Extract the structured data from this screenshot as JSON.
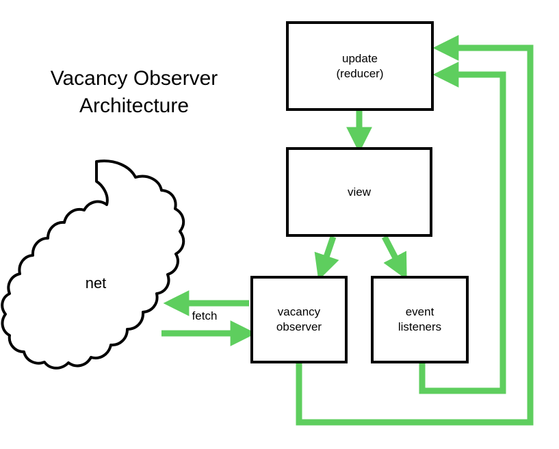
{
  "diagram": {
    "title": "Vacancy Observer\nArchitecture",
    "background_color": "#ffffff",
    "node_border_color": "#000000",
    "node_fill_color": "#ffffff",
    "arrow_color": "#5ECE5E",
    "nodes": {
      "update": {
        "label": "update\n(reducer)"
      },
      "view": {
        "label": "view"
      },
      "vacancy_observer": {
        "label": "vacancy\nobserver"
      },
      "event_listeners": {
        "label": "event\nlisteners"
      },
      "net": {
        "label": "net"
      }
    },
    "edge_labels": {
      "fetch": "fetch"
    },
    "edges": [
      {
        "from": "update",
        "to": "view",
        "label": ""
      },
      {
        "from": "view",
        "to": "vacancy_observer",
        "label": ""
      },
      {
        "from": "view",
        "to": "event_listeners",
        "label": ""
      },
      {
        "from": "vacancy_observer",
        "to": "net",
        "label": "fetch"
      },
      {
        "from": "net",
        "to": "vacancy_observer",
        "label": "fetch"
      },
      {
        "from": "vacancy_observer",
        "to": "update",
        "label": ""
      },
      {
        "from": "event_listeners",
        "to": "update",
        "label": ""
      }
    ]
  }
}
